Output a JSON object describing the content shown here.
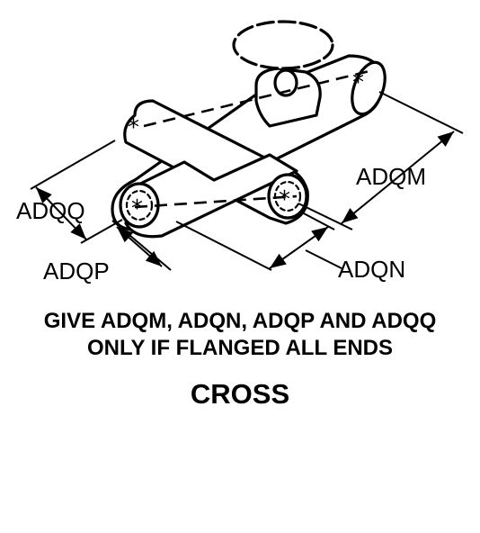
{
  "diagram": {
    "labels": {
      "adqm": "ADQM",
      "adqn": "ADQN",
      "adqp": "ADQP",
      "adqq": "ADQQ"
    },
    "end_marker": "*"
  },
  "note": {
    "line_1": "GIVE ADQM, ADQN, ADQP AND ADQQ",
    "line_2": "ONLY IF FLANGED ALL ENDS"
  },
  "title": "CROSS",
  "colors": {
    "ink": "#000000",
    "background": "#ffffff"
  }
}
